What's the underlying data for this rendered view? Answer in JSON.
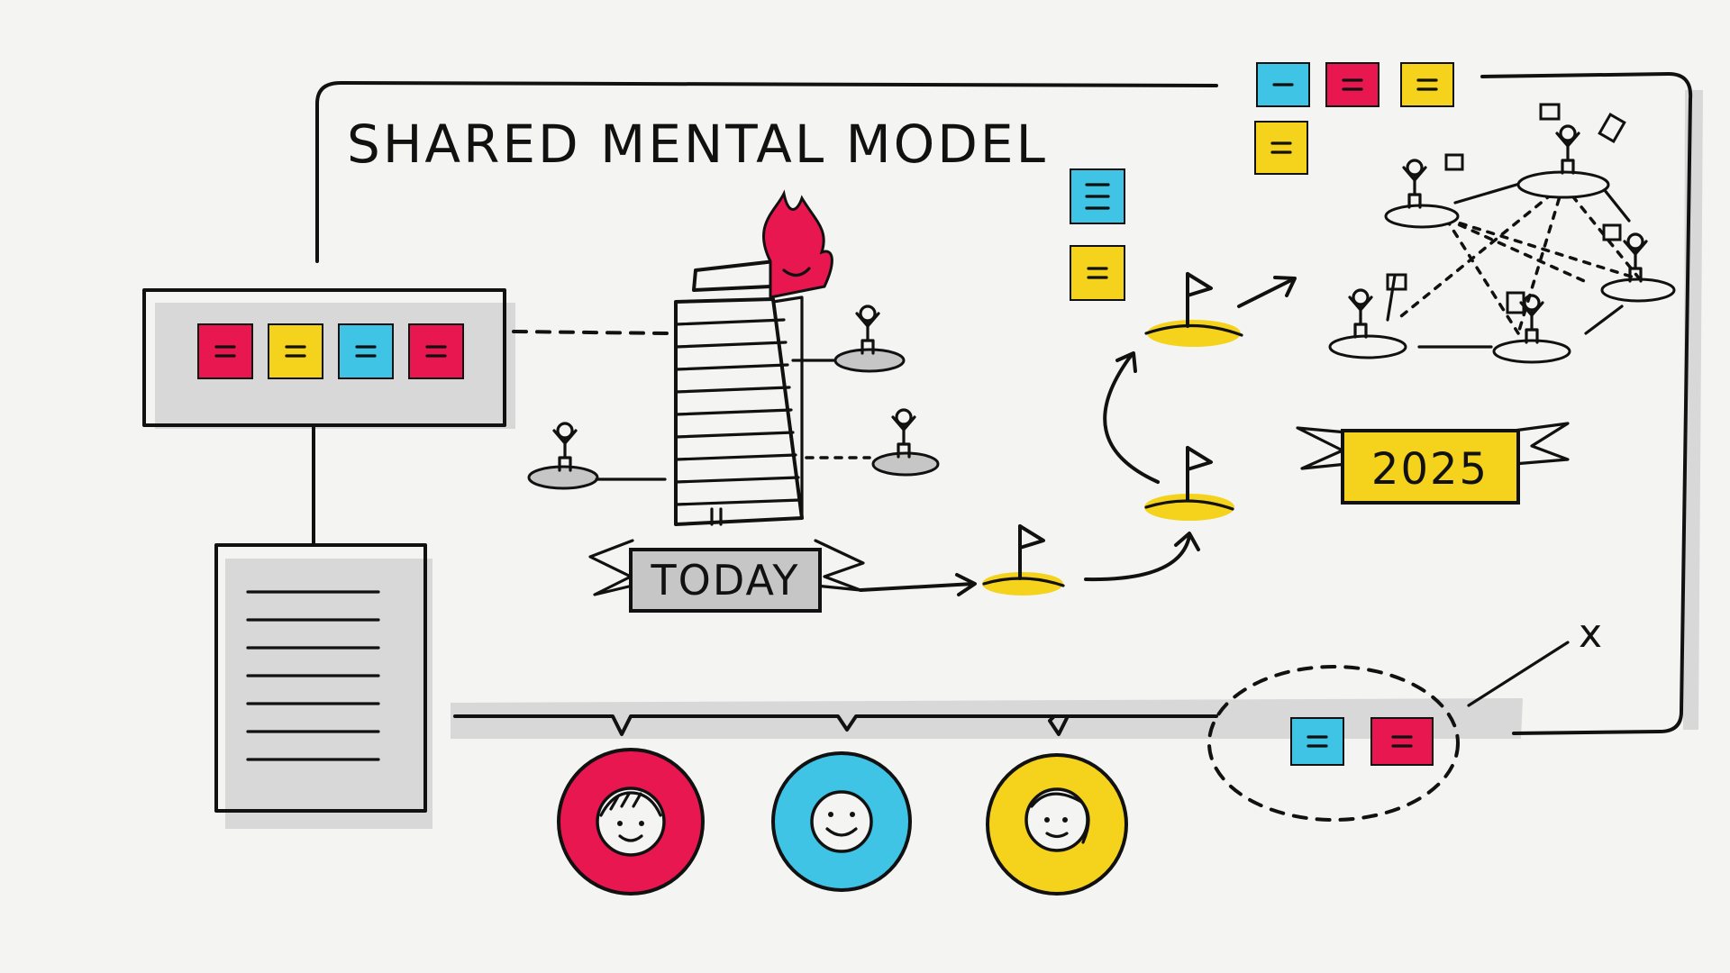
{
  "title": "SHARED MENTAL MODEL",
  "today_banner": "TODAY",
  "year_banner": "2025",
  "cross_mark": "x",
  "colors": {
    "pink": "#e8174f",
    "yellow": "#f5d21b",
    "cyan": "#3fc4e6",
    "gray": "#c6c6c6",
    "ink": "#111111",
    "background": "#f4f4f2"
  },
  "sticky_notes": {
    "left_board": [
      "pink",
      "yellow",
      "cyan",
      "pink"
    ],
    "top_right": [
      "cyan",
      "pink",
      "yellow",
      "yellow"
    ],
    "middle": [
      "cyan",
      "yellow"
    ],
    "bottom_dashed_group": [
      "cyan",
      "pink"
    ]
  },
  "team_members": [
    {
      "color": "pink",
      "icon": "person-with-bangs-icon"
    },
    {
      "color": "cyan",
      "icon": "smiling-face-icon"
    },
    {
      "color": "yellow",
      "icon": "person-with-ponytail-icon"
    }
  ]
}
